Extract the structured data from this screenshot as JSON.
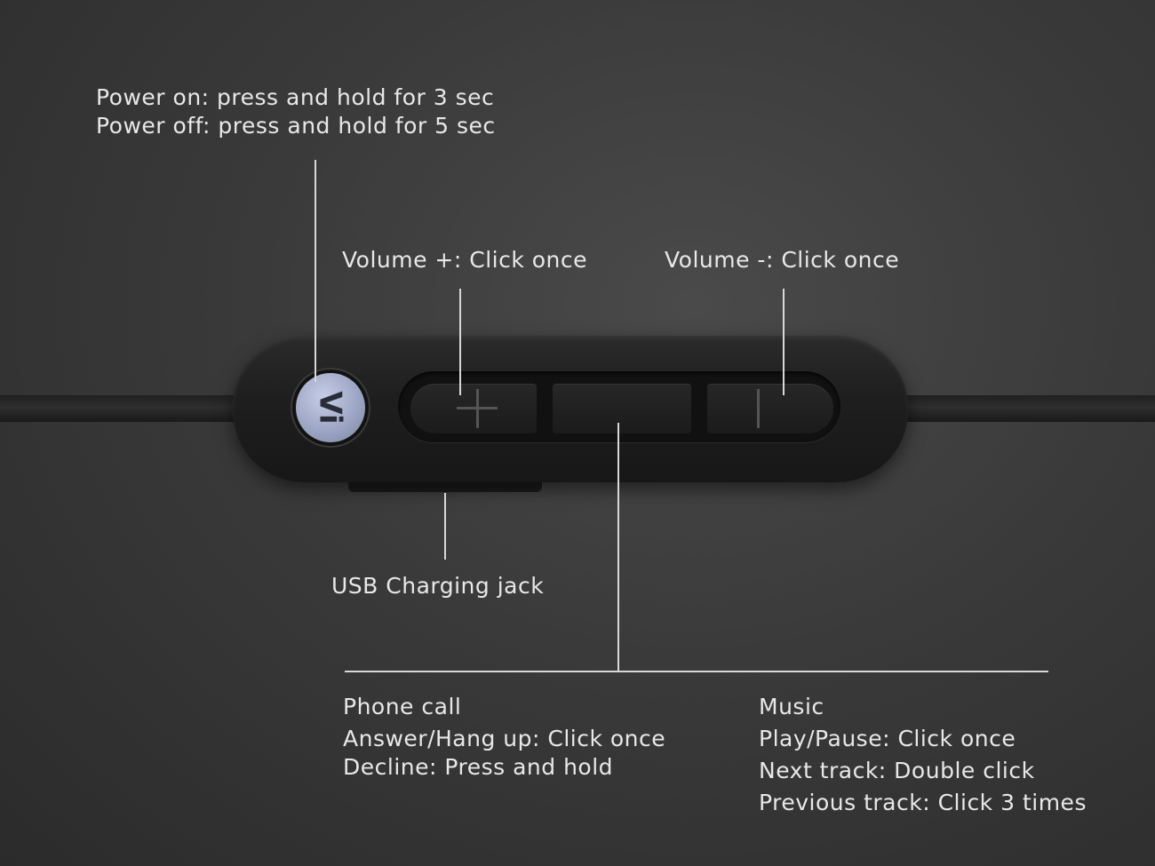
{
  "power": {
    "on": "Power on: press and hold for 3 sec",
    "off": "Power off: press and hold for 5 sec"
  },
  "volume_up": "Volume +: Click once",
  "volume_down": "Volume -: Click once",
  "usb": "USB Charging jack",
  "logo": "Vi",
  "phone_call": {
    "title": "Phone call",
    "answer": "Answer/Hang up: Click once",
    "decline": "Decline: Press and hold"
  },
  "music": {
    "title": "Music",
    "play": "Play/Pause: Click once",
    "next": "Next track: Double click",
    "previous": "Previous track: Click 3 times"
  }
}
